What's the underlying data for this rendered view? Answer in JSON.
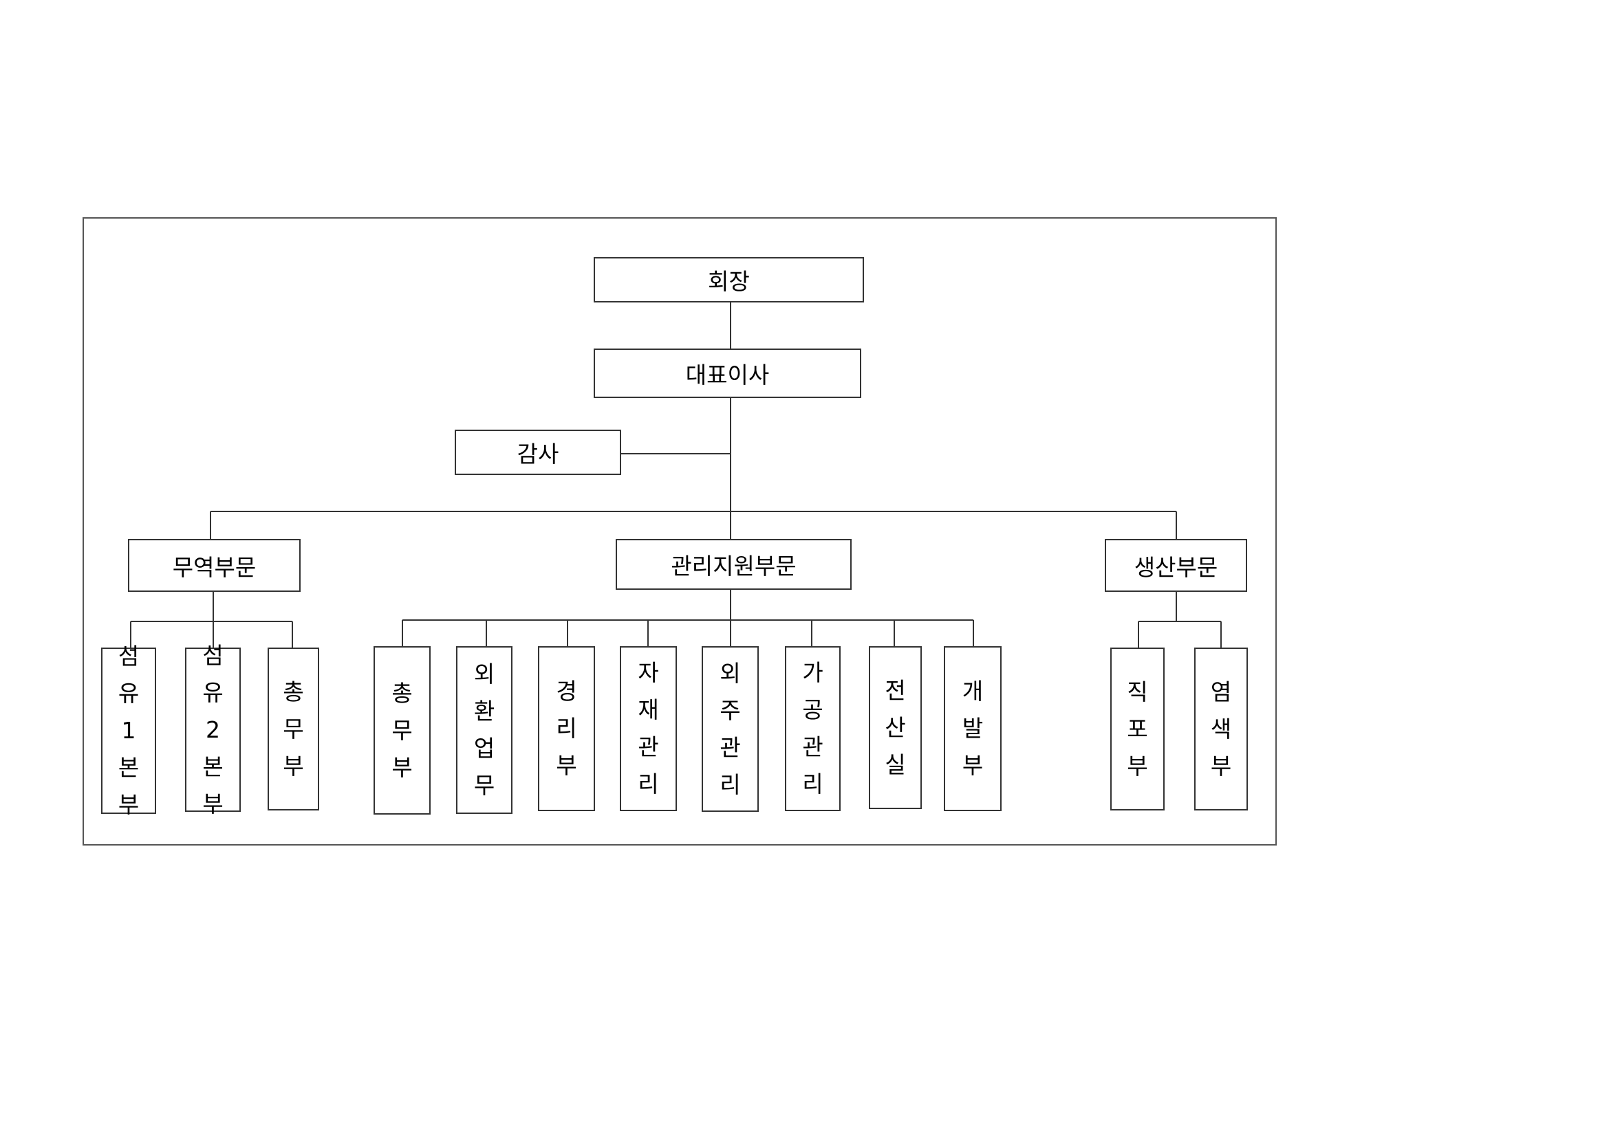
{
  "colors": {
    "line": "#333333",
    "border": "#555555",
    "text": "#000000"
  },
  "nodes": [
    {
      "id": "chairman",
      "label": "회장"
    },
    {
      "id": "ceo",
      "label": "대표이사"
    },
    {
      "id": "auditor",
      "label": "감사"
    },
    {
      "id": "trade",
      "label": "무역부문"
    },
    {
      "id": "admin",
      "label": "관리지원부문"
    },
    {
      "id": "production",
      "label": "생산부문"
    },
    {
      "id": "fiber1",
      "label": "섬유1본부"
    },
    {
      "id": "fiber2",
      "label": "섬유2본부"
    },
    {
      "id": "trade_general",
      "label": "총무부"
    },
    {
      "id": "admin_general",
      "label": "총무부"
    },
    {
      "id": "forex",
      "label": "외환업무"
    },
    {
      "id": "accounting",
      "label": "경리부"
    },
    {
      "id": "materials",
      "label": "자재관리"
    },
    {
      "id": "outsourcing",
      "label": "외주관리"
    },
    {
      "id": "processing",
      "label": "가공관리"
    },
    {
      "id": "computing",
      "label": "전산실"
    },
    {
      "id": "development",
      "label": "개발부"
    },
    {
      "id": "weaving",
      "label": "직포부"
    },
    {
      "id": "dyeing",
      "label": "염색부"
    }
  ],
  "edges": [
    [
      "chairman",
      "ceo"
    ],
    [
      "ceo",
      "auditor"
    ],
    [
      "ceo",
      "trade"
    ],
    [
      "ceo",
      "admin"
    ],
    [
      "ceo",
      "production"
    ],
    [
      "trade",
      "fiber1"
    ],
    [
      "trade",
      "fiber2"
    ],
    [
      "trade",
      "trade_general"
    ],
    [
      "admin",
      "admin_general"
    ],
    [
      "admin",
      "forex"
    ],
    [
      "admin",
      "accounting"
    ],
    [
      "admin",
      "materials"
    ],
    [
      "admin",
      "outsourcing"
    ],
    [
      "admin",
      "processing"
    ],
    [
      "admin",
      "computing"
    ],
    [
      "admin",
      "development"
    ],
    [
      "production",
      "weaving"
    ],
    [
      "production",
      "dyeing"
    ]
  ]
}
